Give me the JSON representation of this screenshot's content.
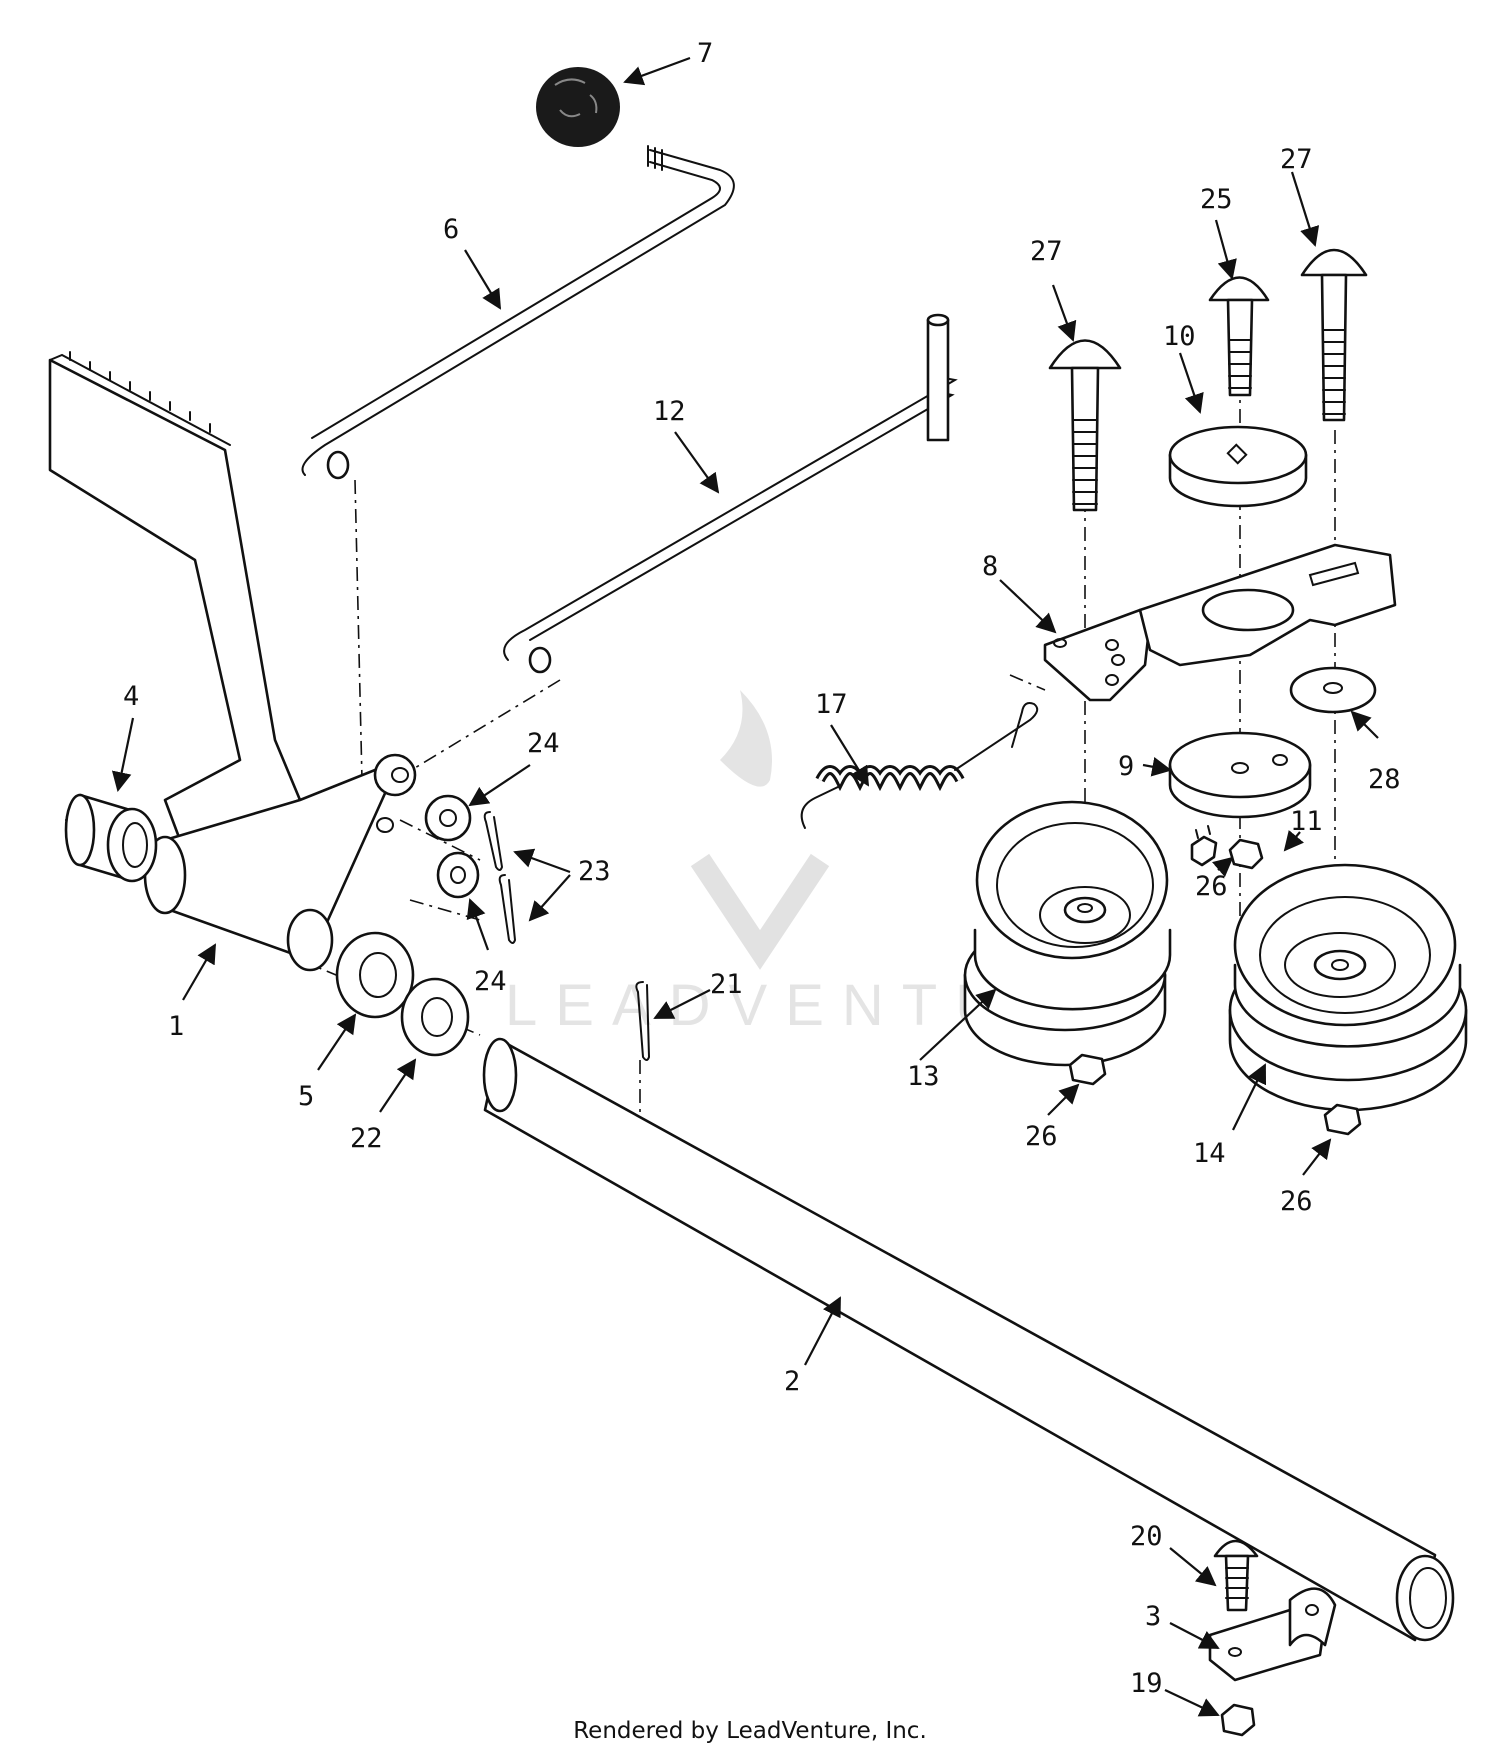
{
  "callouts": {
    "c1": "1",
    "c2": "2",
    "c3": "3",
    "c4": "4",
    "c5": "5",
    "c6": "6",
    "c7": "7",
    "c8": "8",
    "c9": "9",
    "c10": "10",
    "c11": "11",
    "c12": "12",
    "c13": "13",
    "c14": "14",
    "c17": "17",
    "c19": "19",
    "c20": "20",
    "c21": "21",
    "c22": "22",
    "c23": "23",
    "c24a": "24",
    "c24b": "24",
    "c25": "25",
    "c26a": "26",
    "c26b": "26",
    "c26c": "26",
    "c27a": "27",
    "c27b": "27",
    "c28": "28"
  },
  "watermark": "LEADVENTURE",
  "footer": {
    "credit": "Rendered by LeadVenture, Inc."
  }
}
